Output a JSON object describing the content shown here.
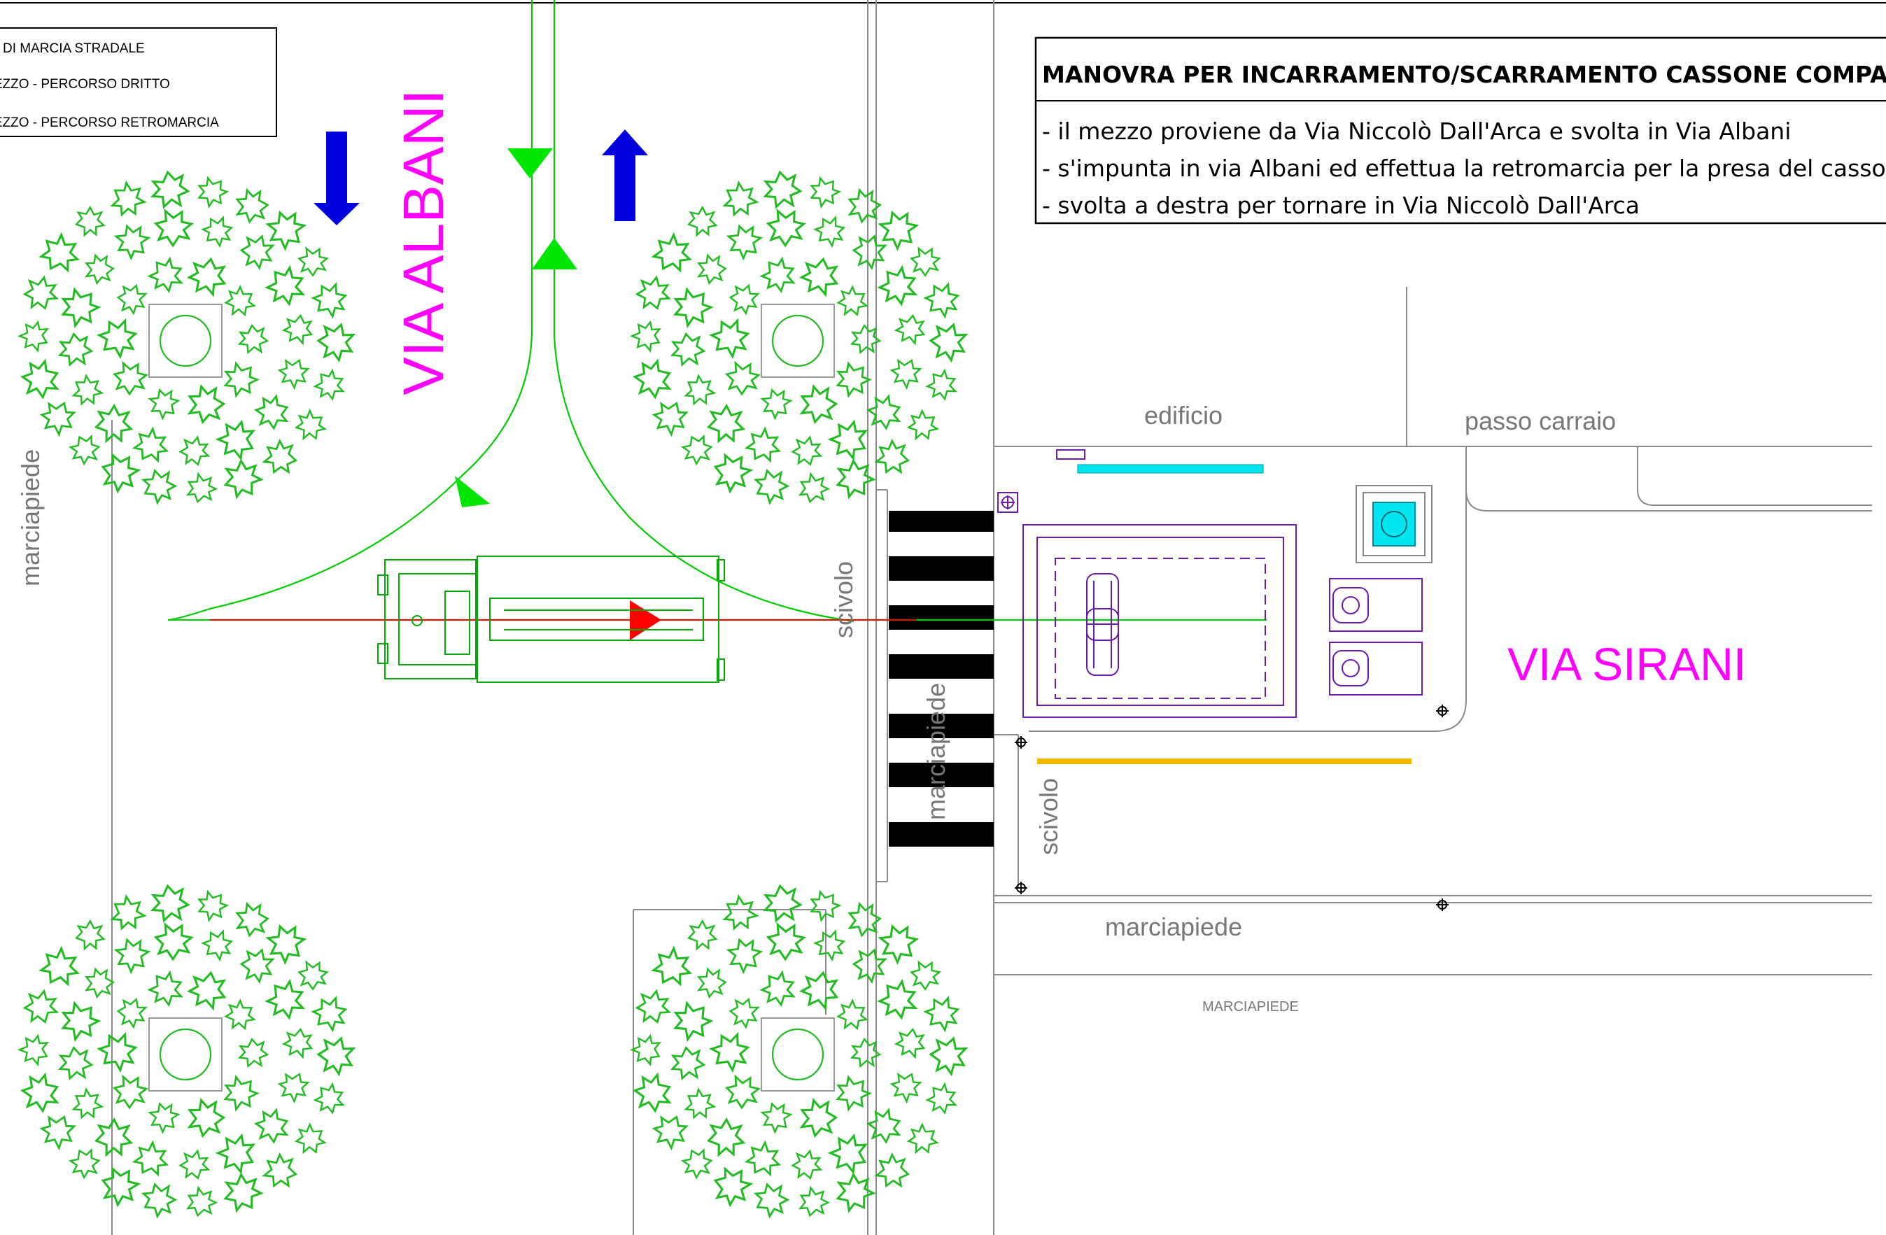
{
  "legend": {
    "items": [
      "DI MARCIA STRADALE",
      "MEZZO - PERCORSO DRITTO",
      "MEZZO - PERCORSO RETROMARCIA"
    ]
  },
  "info_box": {
    "title": "MANOVRA PER INCARRAMENTO/SCARRAMENTO CASSONE COMPATTA",
    "lines": [
      "- il mezzo proviene da Via Niccolò Dall'Arca e svolta in Via Albani",
      "- s'impunta in via Albani ed effettua la retromarcia per la presa del cassone",
      "- svolta a destra per tornare in Via Niccolò Dall'Arca"
    ]
  },
  "streets": {
    "albani": "VIA ALBANI",
    "sirani": "VIA SIRANI"
  },
  "labels": {
    "marciapiede_left": "marciapiede",
    "marciapiede_crossing": "marciapiede",
    "marciapiede_bottom": "marciapiede",
    "marciapiede_caps": "MARCIAPIEDE",
    "scivolo_1": "scivolo",
    "scivolo_2": "scivolo",
    "edificio": "edificio",
    "passo_carraio": "passo carraio"
  },
  "colors": {
    "path_green": "#00cc00",
    "reverse_red": "#ff0000",
    "arrow_blue": "#0000dd",
    "street_magenta": "#ff00ff",
    "platform_purple": "#6a1bb0",
    "cyan": "#00e5ee",
    "yellow_line": "#f5b800",
    "tree_green": "#22bb22",
    "road_grey": "#777777"
  },
  "icons": {
    "direction_down": "blue-arrow-down-icon",
    "direction_up": "blue-arrow-up-icon",
    "path_arrow": "green-triangle-icon",
    "reverse_arrow": "red-triangle-icon",
    "tree": "tree-symbol-icon",
    "manhole": "manhole-icon"
  }
}
